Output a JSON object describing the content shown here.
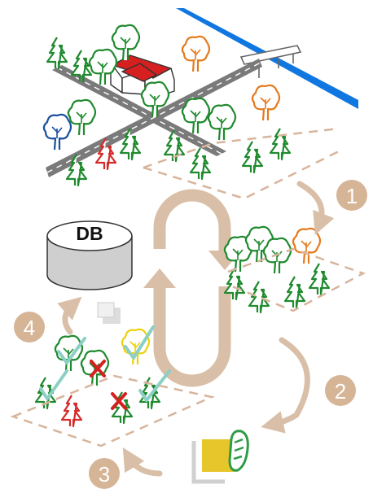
{
  "database": {
    "label": "DB",
    "icon": "database-cylinder-icon"
  },
  "steps": [
    {
      "number": "1",
      "icon": "step-1-badge-icon"
    },
    {
      "number": "2",
      "icon": "step-2-badge-icon"
    },
    {
      "number": "3",
      "icon": "step-3-badge-icon"
    },
    {
      "number": "4",
      "icon": "step-4-badge-icon"
    }
  ],
  "colors": {
    "cycle_arrow": "#d9bfa8",
    "badge": "#d6b496",
    "tree_green": "#1f8a2e",
    "tree_orange": "#e57a1c",
    "tree_red": "#d42a2a",
    "tree_blue": "#1a4fa0",
    "tree_yellow": "#ecd20a",
    "check": "#8ccfc4",
    "cross": "#d42020",
    "roof": "#d62020",
    "river": "#1177e0",
    "road": "#777777",
    "parcel_outline": "#d7b59c",
    "db_body": "#cfcfcf",
    "footprint": "#2e9c47",
    "document": "#e6c62a"
  }
}
